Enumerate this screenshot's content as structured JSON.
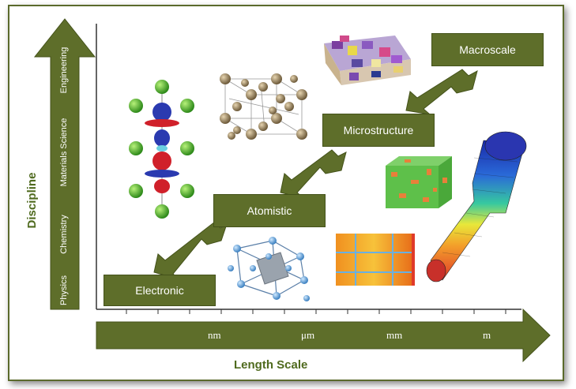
{
  "scales": [
    {
      "label": "Electronic"
    },
    {
      "label": "Atomistic"
    },
    {
      "label": "Microstructure"
    },
    {
      "label": "Macroscale"
    }
  ],
  "discipline": {
    "title": "Discipline",
    "items": [
      "Physics",
      "Chemistry",
      "Materials Science",
      "Engineering"
    ]
  },
  "length_scale": {
    "title": "Length Scale",
    "units": [
      "nm",
      "μm",
      "mm",
      "m"
    ]
  },
  "colors": {
    "arrow": "#5e6e2a",
    "title": "#4f6a1e"
  }
}
